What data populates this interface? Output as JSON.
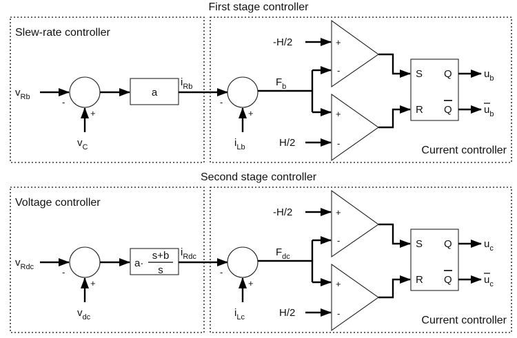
{
  "stages": [
    {
      "title": "First stage controller",
      "outer_block": {
        "title": "Slew-rate controller",
        "input": {
          "main": "v",
          "sub": "Rb"
        },
        "feedback": {
          "main": "v",
          "sub": "C"
        },
        "minus_sign": "-",
        "plus_sign": "+",
        "gain_label": "a",
        "gain_num": "",
        "gain_den": "",
        "output": {
          "main": "i",
          "sub": "Rb"
        }
      },
      "current_controller": {
        "title": "Current controller",
        "feedback": {
          "main": "i",
          "sub": "Lb"
        },
        "minus_sign": "-",
        "plus_sign": "+",
        "error": {
          "main": "F",
          "sub": "b"
        },
        "upper_threshold": "-H/2",
        "lower_threshold": "H/2",
        "comp_plus": "+",
        "comp_minus": "-",
        "latch": {
          "s": "S",
          "r": "R",
          "q": "Q",
          "qbar": "Q"
        },
        "out_q": {
          "main": "u",
          "sub": "b"
        },
        "out_qbar": {
          "main": "u",
          "sub": "b"
        }
      }
    },
    {
      "title": "Second stage controller",
      "outer_block": {
        "title": "Voltage controller",
        "input": {
          "main": "v",
          "sub": "Rdc"
        },
        "feedback": {
          "main": "v",
          "sub": "dc"
        },
        "minus_sign": "-",
        "plus_sign": "+",
        "gain_label": "a·",
        "gain_num": "s+b",
        "gain_den": "s",
        "output": {
          "main": "i",
          "sub": "Rdc"
        }
      },
      "current_controller": {
        "title": "Current controller",
        "feedback": {
          "main": "i",
          "sub": "Lc"
        },
        "minus_sign": "-",
        "plus_sign": "+",
        "error": {
          "main": "F",
          "sub": "dc"
        },
        "upper_threshold": "-H/2",
        "lower_threshold": "H/2",
        "comp_plus": "+",
        "comp_minus": "-",
        "latch": {
          "s": "S",
          "r": "R",
          "q": "Q",
          "qbar": "Q"
        },
        "out_q": {
          "main": "u",
          "sub": "c"
        },
        "out_qbar": {
          "main": "u",
          "sub": "c"
        }
      }
    }
  ]
}
